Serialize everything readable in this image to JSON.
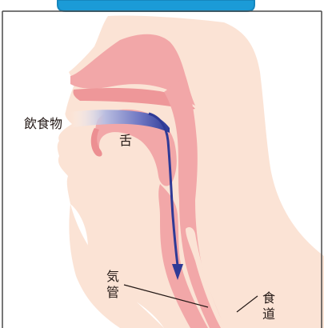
{
  "diagram": {
    "labels": {
      "food": "飲食物",
      "tongue": "舌",
      "trachea": [
        "気",
        "管"
      ],
      "esophagus": [
        "食",
        "道"
      ]
    },
    "colors": {
      "skin": "#fbe3d5",
      "tissue": "#f2a7a8",
      "tissue_dark": "#ec8f92",
      "arrow": "#2f3a96",
      "header": "#1b9bd7",
      "frame_line": "#4a4a4a"
    }
  }
}
